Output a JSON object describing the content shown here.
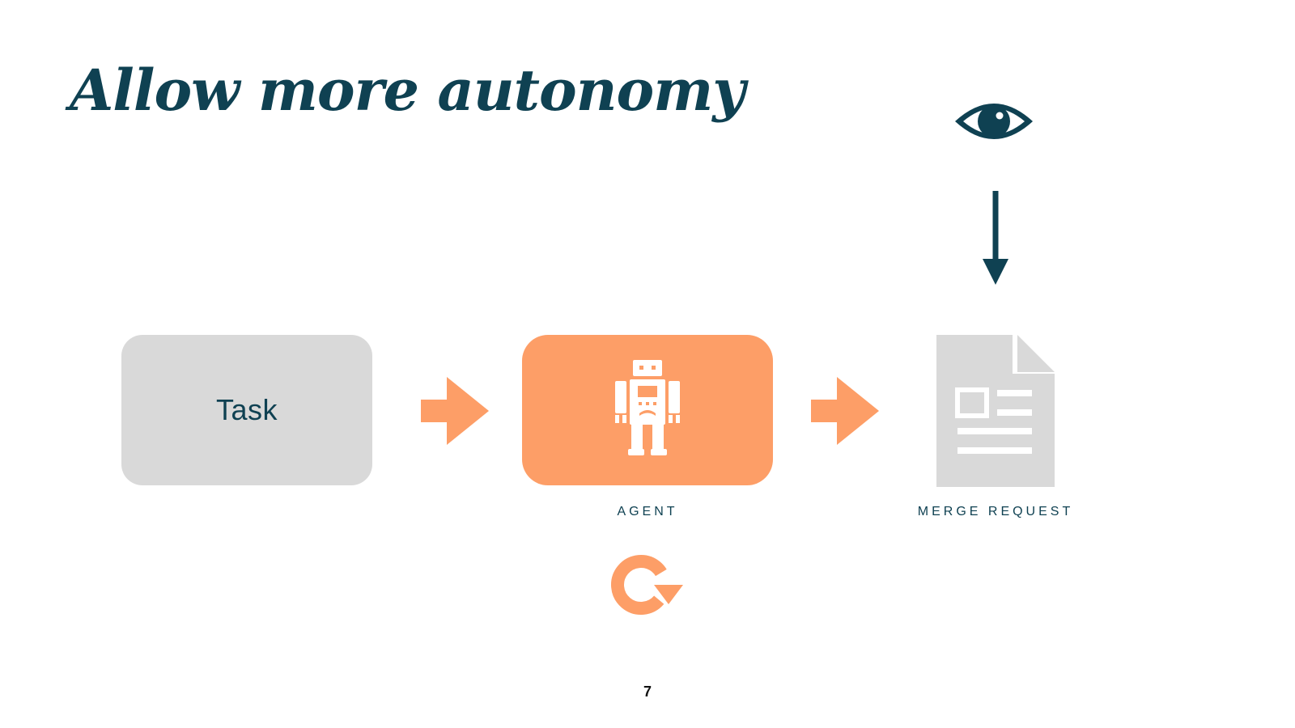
{
  "slide": {
    "title": "Allow more autonomy",
    "page_number": "7"
  },
  "diagram": {
    "task": {
      "label": "Task"
    },
    "agent": {
      "icon": "robot-icon",
      "caption": "AGENT",
      "loop_icon": "refresh-loop-icon"
    },
    "merge_request": {
      "icon": "document-icon",
      "caption": "MERGE REQUEST",
      "review_icon": "eye-icon"
    }
  },
  "colors": {
    "navy": "#0f4152",
    "orange": "#fd9e67",
    "grey": "#d9d9d9",
    "white": "#ffffff"
  }
}
